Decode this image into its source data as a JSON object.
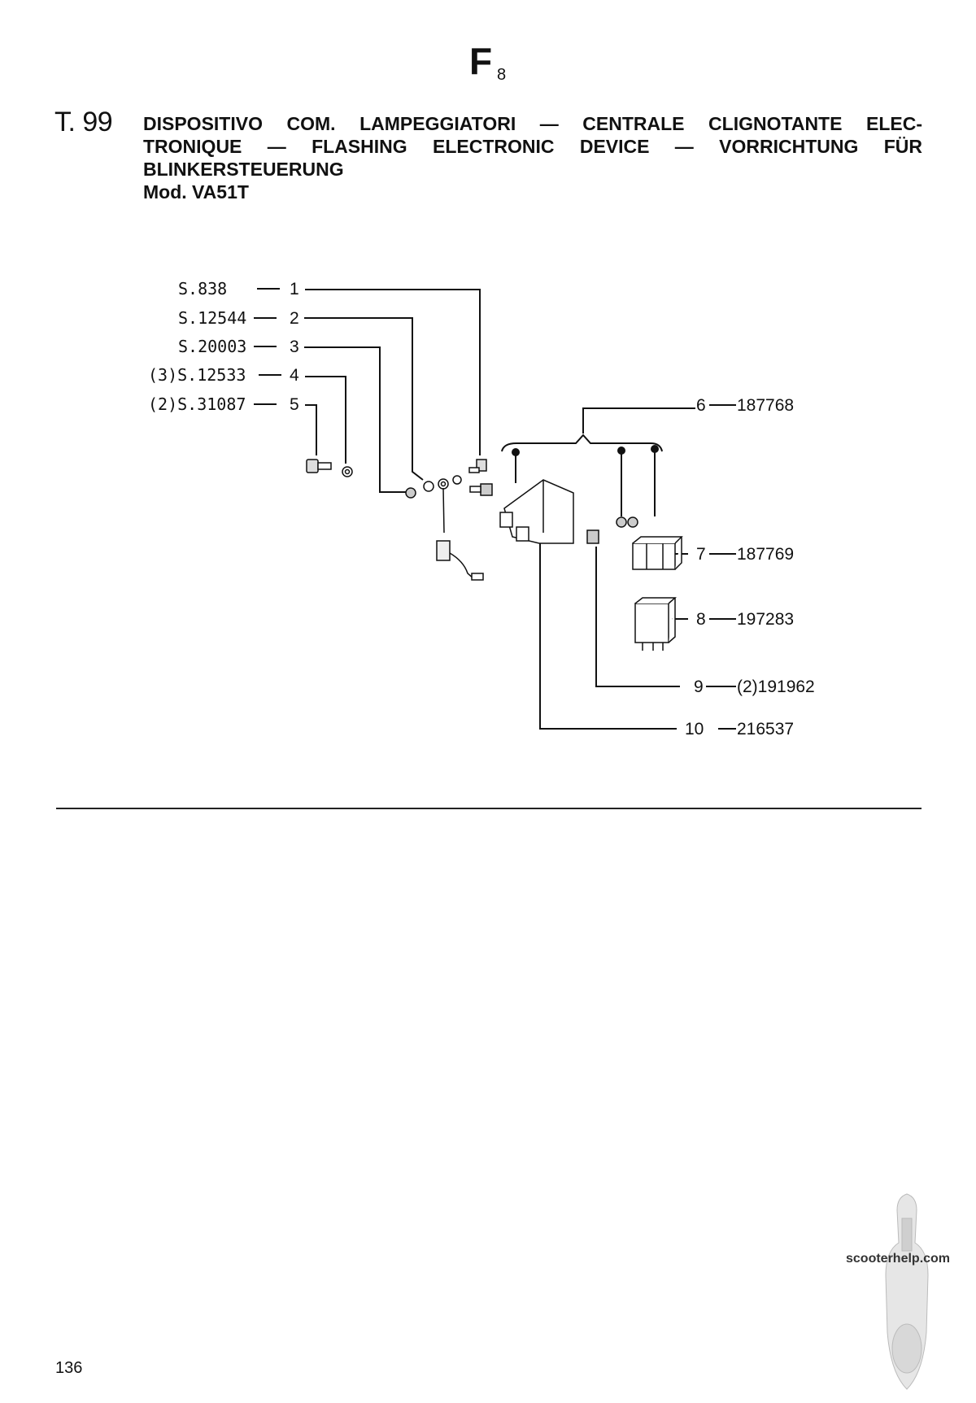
{
  "header": {
    "section_letter": "F",
    "section_sub": "8",
    "table_number": "T. 99",
    "title_lines": [
      "DISPOSITIVO COM. LAMPEGGIATORI — CENTRALE CLIGNOTANTE ELEC-",
      "TRONIQUE — FLASHING ELECTRONIC DEVICE — VORRICHTUNG FÜR",
      "BLINKERSTEUERUNG"
    ],
    "model": "Mod. VA51T"
  },
  "parts_left": [
    {
      "code": "S.838",
      "ref": "1"
    },
    {
      "code": "S.12544",
      "ref": "2"
    },
    {
      "code": "S.20003",
      "ref": "3"
    },
    {
      "code": "(3)S.12533",
      "ref": "4"
    },
    {
      "code": "(2)S.31087",
      "ref": "5"
    }
  ],
  "parts_right": [
    {
      "ref": "6",
      "code": "187768"
    },
    {
      "ref": "7",
      "code": "187769"
    },
    {
      "ref": "8",
      "code": "197283"
    },
    {
      "ref": "9",
      "code": "(2)191962"
    },
    {
      "ref": "10",
      "code": "216537"
    }
  ],
  "footer": {
    "page_number": "136",
    "watermark": "scooterhelp.com"
  }
}
